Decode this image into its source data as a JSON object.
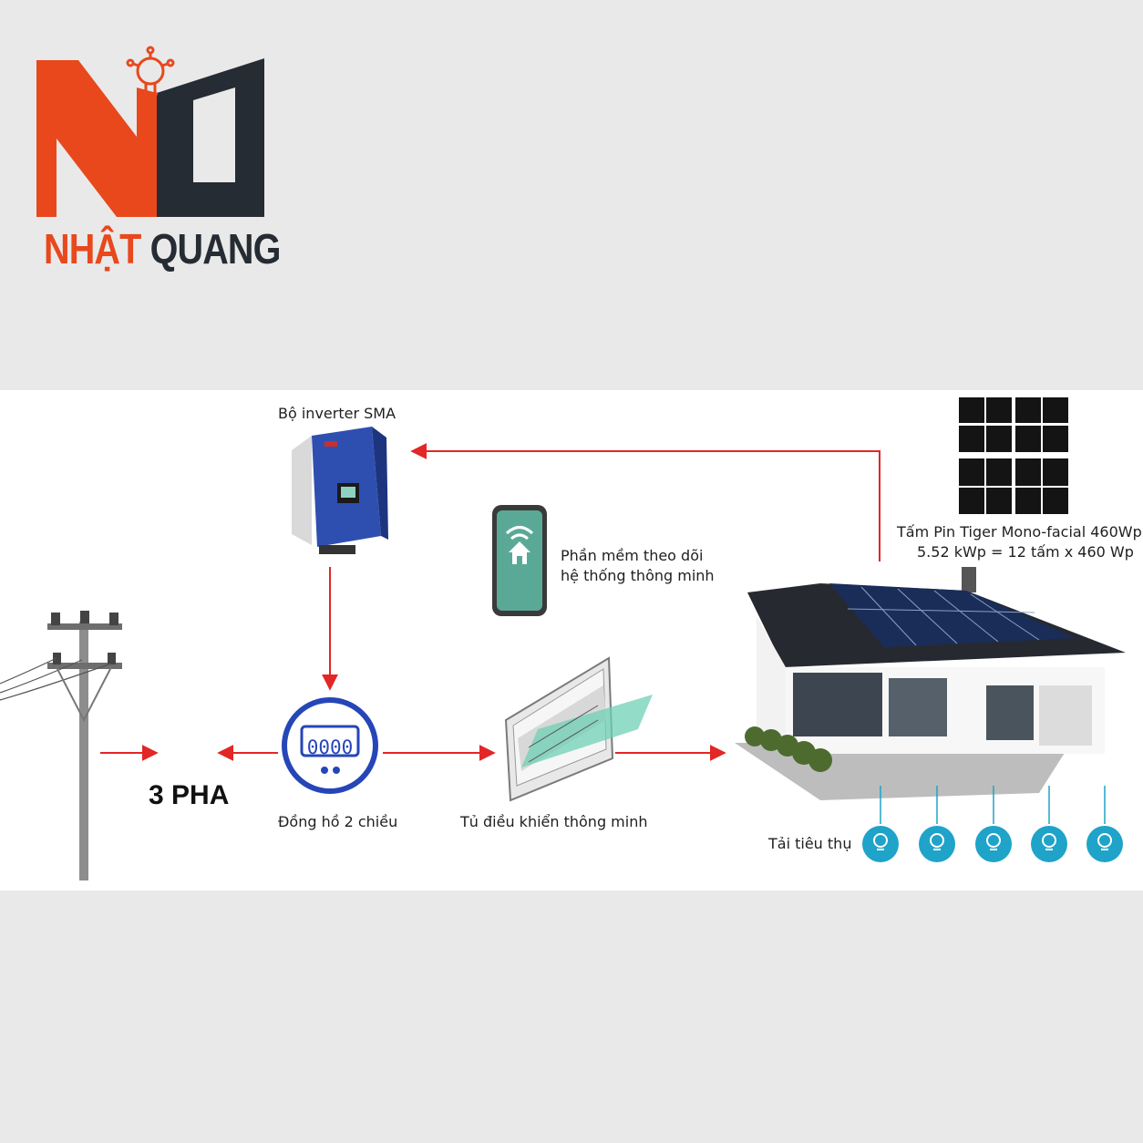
{
  "brand": {
    "name_part1": "NHẬT",
    "name_part2": "QUANG",
    "primary_color": "#e8481c",
    "dark_color": "#262c33"
  },
  "diagram": {
    "inverter_label": "Bộ inverter SMA",
    "app_label_line1": "Phần mềm theo dõi",
    "app_label_line2": "hệ thống thông minh",
    "panels_label_line1": "Tấm Pin Tiger Mono-facial 460Wp",
    "panels_label_line2": "5.52 kWp = 12 tấm x 460 Wp",
    "grid_label": "3 PHA",
    "meter_label": "Đồng hồ 2 chiều",
    "meter_display": "0000",
    "cabinet_label": "Tủ điều khiển thông minh",
    "load_label": "Tải tiêu thụ",
    "arrow_color": "#e32626",
    "load_color": "#1fa3c9"
  }
}
